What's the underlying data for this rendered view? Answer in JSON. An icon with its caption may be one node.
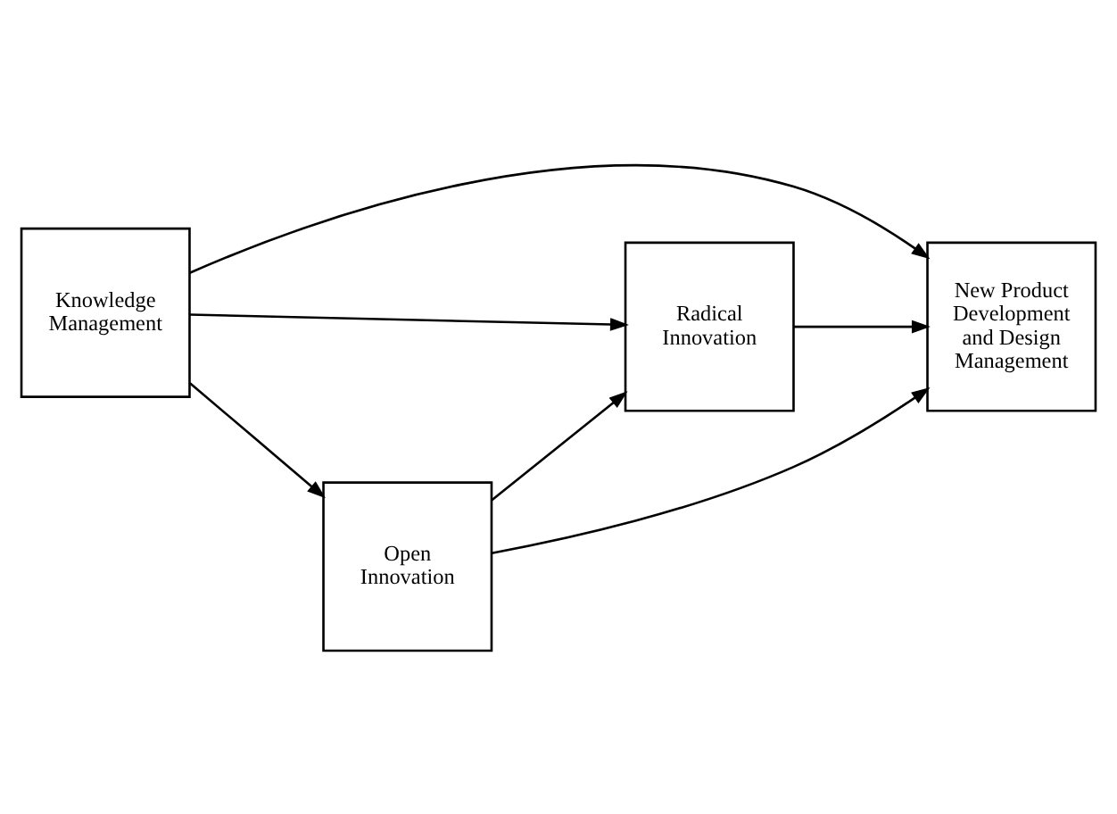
{
  "diagram": {
    "nodes": [
      {
        "text": [
          "Knowledge Management"
        ]
      },
      {
        "text": [
          "Radical Innovation"
        ]
      },
      {
        "text": [
          "New Product Development and Design Management"
        ]
      },
      {
        "text": [
          "Open Innovation"
        ]
      }
    ],
    "edges": [
      {
        "from": 0,
        "to": 2,
        "arrow": "to"
      },
      {
        "from": 0,
        "to": 1,
        "arrow": "to"
      },
      {
        "from": 1,
        "to": 2,
        "arrow": "to"
      },
      {
        "from": 0,
        "to": 3,
        "arrow": "to"
      },
      {
        "from": 3,
        "to": 1,
        "arrow": "to"
      },
      {
        "from": 3,
        "to": 2,
        "arrow": "to"
      }
    ]
  }
}
